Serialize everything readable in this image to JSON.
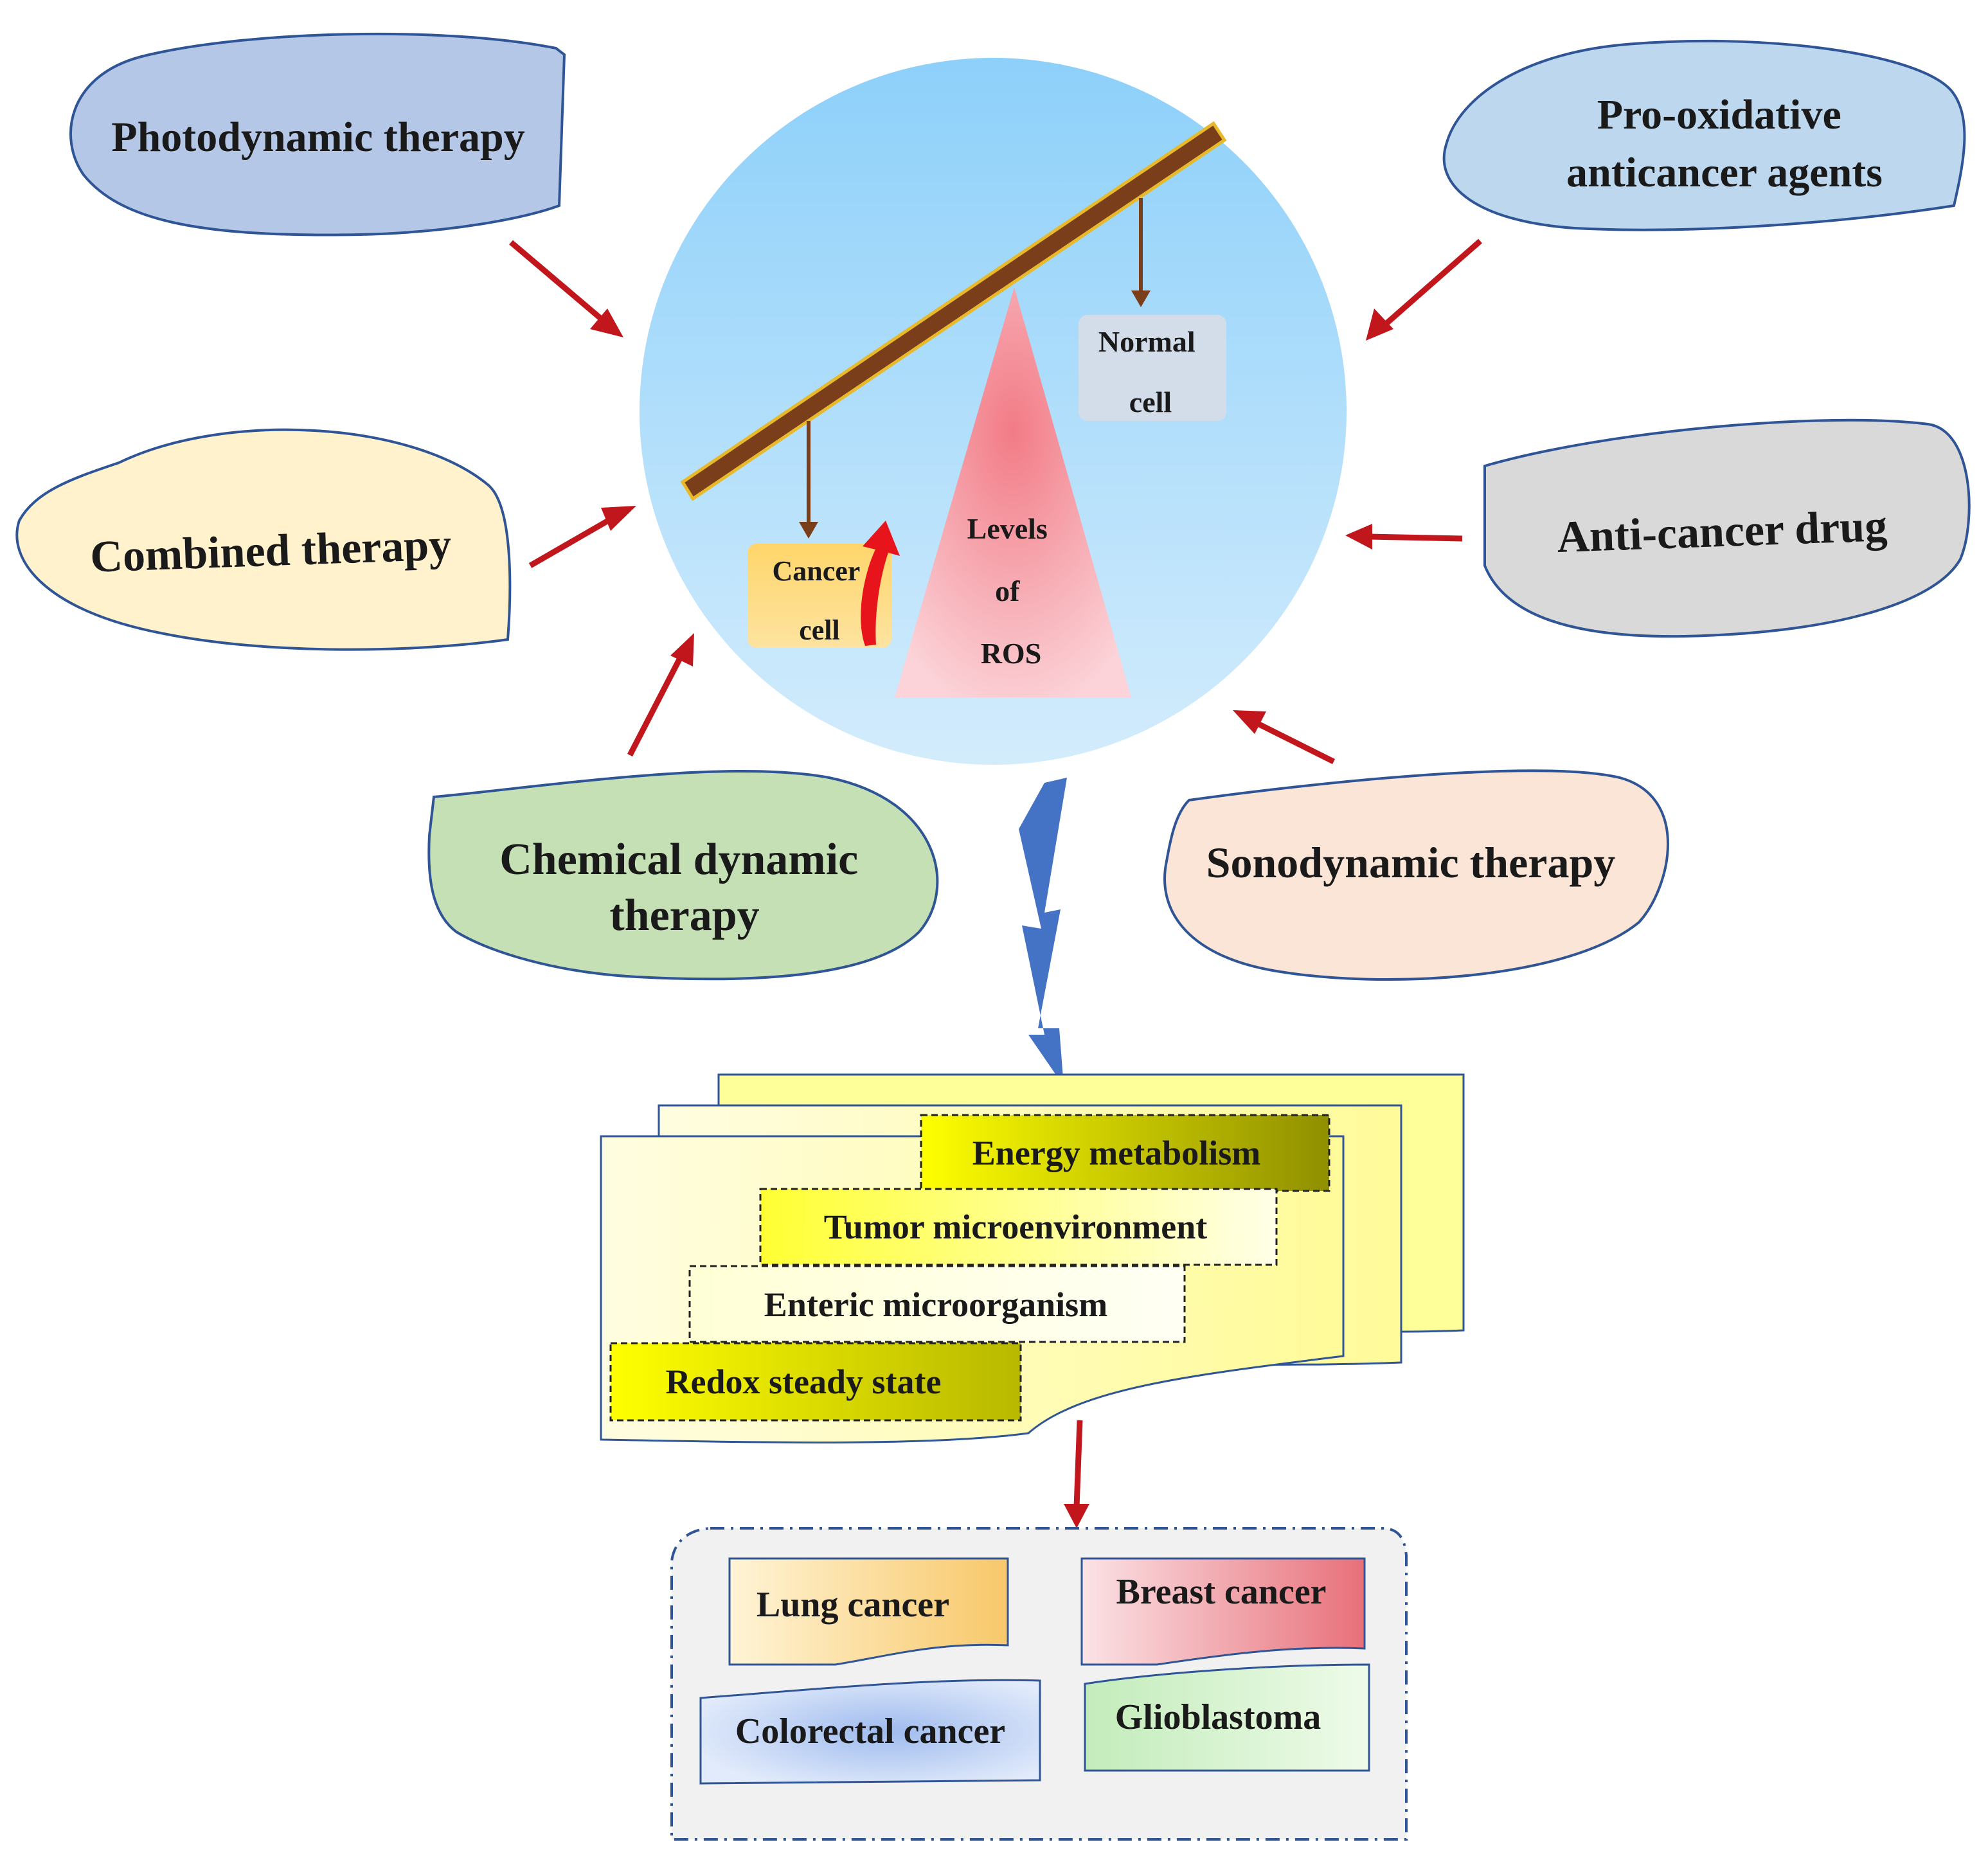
{
  "therapies": {
    "photodynamic": "Photodynamic therapy",
    "pro_oxidative": [
      "Pro-oxidative",
      "anticancer agents"
    ],
    "combined": "Combined therapy",
    "anti_cancer_drug": "Anti-cancer drug",
    "chemical_dynamic": [
      "Chemical dynamic",
      "therapy"
    ],
    "sonodynamic": "Sonodynamic therapy"
  },
  "balance": {
    "normal_cell": [
      "Normal",
      "cell"
    ],
    "cancer_cell": [
      "Cancer",
      "cell"
    ],
    "ros_levels": [
      "Levels",
      "of",
      "ROS"
    ]
  },
  "factors": {
    "energy_metabolism": "Energy  metabolism",
    "tumor_microenvironment": "Tumor  microenvironment",
    "enteric_microorganism": "Enteric  microorganism",
    "redox_steady_state": "Redox steady state"
  },
  "cancers": {
    "lung": "Lung  cancer",
    "breast": "Breast cancer",
    "colorectal": "Colorectal  cancer",
    "glioblastoma": "Glioblastoma"
  },
  "colors": {
    "arrow_red": "#c0161c",
    "bar_brown": "#7a3e1a",
    "bolt_blue": "#4472c4",
    "photodynamic": "#b4c7e7",
    "pro_oxidative": "#bdd7ee",
    "combined": "#fff2cc",
    "anti_cancer_drug": "#d9d9d9",
    "chemical_dynamic": "#c5e0b4",
    "sonodynamic": "#fbe5d6"
  }
}
